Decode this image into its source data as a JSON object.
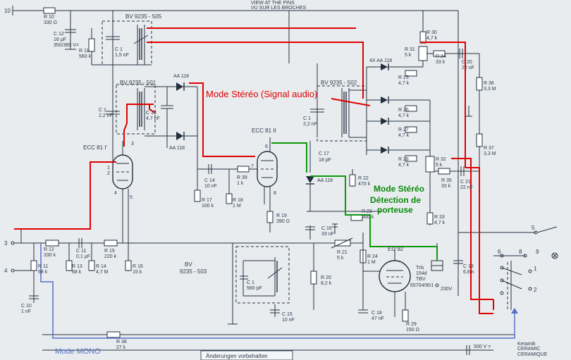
{
  "annotations": {
    "stereo_signal": "Mode Stéréo (Signal audio)",
    "stereo_detect_l1": "Mode Stéréo",
    "stereo_detect_l2": "Détection de",
    "stereo_detect_l3": "porteuse",
    "mono": "Mode MONO"
  },
  "header": {
    "view_l1": "VIEW AT THE PINS",
    "view_l2": "VU SUR LES BROCHES"
  },
  "footer_note": "Änderungen vorbehalten",
  "transformers": {
    "t505": "BV 9235 - 505",
    "t501": "BV 9235 - 501",
    "t502": "BV 9235 - 502",
    "t503_l1": "BV",
    "t503_l2": "9235 - 503"
  },
  "tubes": {
    "v1": "ECC 81 I'",
    "v2": "ECC 81 II",
    "v3": "EC 92"
  },
  "diodes": {
    "aa118_top": "AA 118",
    "aa118_mid": "AA 118",
    "aa118_det": "AA 118",
    "aa118_4x": "4X AA 118"
  },
  "components": {
    "r10": [
      "R 10",
      "330 Ω"
    ],
    "c12": [
      "C 12",
      "16 μF",
      "350/385 V="
    ],
    "r11": [
      "R 11",
      "560 k"
    ],
    "c1a": [
      "C 1",
      "1,5 nF"
    ],
    "c1b": [
      "C 1",
      "2,2 nF"
    ],
    "c13": [
      "C 13",
      "4,7 nF"
    ],
    "c1c": [
      "C 1",
      "2,2 nF"
    ],
    "c14": [
      "C 14",
      "10 nF"
    ],
    "r39": [
      "R 39",
      "1 k"
    ],
    "r17": [
      "R 17",
      "100 k"
    ],
    "r18": [
      "R 18",
      "1 M"
    ],
    "r19": [
      "R 19",
      "390 Ω"
    ],
    "c17": [
      "C 17",
      "18 pF"
    ],
    "r22": [
      "R 22",
      "470 k"
    ],
    "r23": [
      "R 23",
      "560 k"
    ],
    "c16": [
      "C 16",
      "33 nF"
    ],
    "r30": [
      "R 30",
      "4,7 k"
    ],
    "r31": [
      "R 31",
      "5 k"
    ],
    "r34": [
      "R 34",
      "33 k"
    ],
    "c20": [
      "C 20",
      "22 nF"
    ],
    "r36": [
      "R 36",
      "3,3 M"
    ],
    "r25": [
      "R 25",
      "4,7 k"
    ],
    "r26": [
      "R 26",
      "4,7 k"
    ],
    "r27": [
      "R 27",
      "4,7 k"
    ],
    "r28": [
      "R 28",
      "4,7 k"
    ],
    "r32": [
      "R 32",
      "5 k"
    ],
    "r35": [
      "R 35",
      "33 k"
    ],
    "c21": [
      "C 21",
      "22 nF"
    ],
    "r37": [
      "R 37",
      "3,3 M"
    ],
    "r33": [
      "R 33",
      "4,7 k"
    ],
    "r12": [
      "R 12",
      "330 k"
    ],
    "c11": [
      "C 11",
      "0,1 μF"
    ],
    "r15": [
      "R 15",
      "220 k"
    ],
    "r13": [
      "R 13",
      "68 k"
    ],
    "r14": [
      "R 14",
      "4,7 M"
    ],
    "r16": [
      "R 16",
      "15 k"
    ],
    "r11b": [
      "R 11",
      "68 k"
    ],
    "c10": [
      "C 10",
      "1 nF"
    ],
    "c1d": [
      "C 1",
      "560 pF"
    ],
    "c15": [
      "C 15",
      "10 nF"
    ],
    "r20": [
      "R 20",
      "8,2 k"
    ],
    "r21": [
      "R 21",
      "5 k"
    ],
    "r24": [
      "R 24",
      "1 M"
    ],
    "c18": [
      "C 18",
      "47 nF"
    ],
    "r29": [
      "R 29",
      "150 Ω"
    ],
    "c19": [
      "C 19",
      "6,8 n"
    ],
    "r38": [
      "R 38",
      "27 k"
    ],
    "relay": [
      "Trls",
      "154d",
      "TBV",
      "65704/901",
      "230V"
    ],
    "c500": [
      "500 V ="
    ],
    "ceramic_l1": "Keramik",
    "ceramic_l2": "CERAMIC",
    "ceramic_l3": "CERAMIQUE"
  },
  "pins": {
    "p10": "10",
    "p3": "3",
    "p4": "4",
    "p5": "5",
    "p6": "6",
    "p1": "1",
    "p2": "2",
    "p8": "8",
    "p9": "9",
    "t1": "1",
    "t2": "2",
    "t3": "3",
    "t6": "6",
    "t7": "7",
    "t8": "8",
    "t4": "4",
    "t5": "5"
  }
}
